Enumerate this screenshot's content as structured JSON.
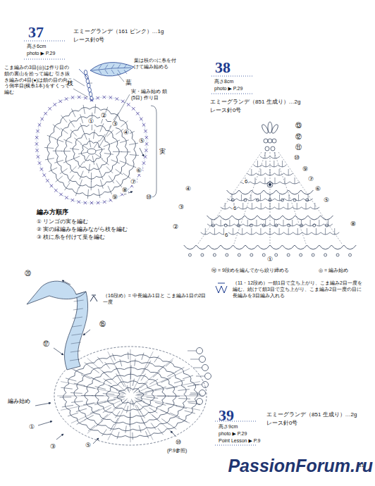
{
  "diagram": {
    "labels": [
      "37",
      "高さ6cm",
      "photo ▶ P.29",
      "エミーグランデ（161 ピンク）…1g",
      "レース針0号",
      "こま編みの3目(◎)は作り目の鎖の裏山を拾って編む 引き抜き編みの4目(●)は鎖の目の向こう側半目(横糸1本)をすくって編む",
      "葉は枝の○に糸を付けて編み始める",
      "枝",
      "葉",
      "実・編み始め 鎖(5目) 作り目",
      "実",
      "①",
      "②",
      "③",
      "④",
      "⑤",
      "⑥",
      "⑦",
      "⑧",
      "⑨",
      "⑩",
      "編み方順序",
      "① リンゴの実を編む",
      "② 実の縁編みを編みながら枝を編む",
      "③ 枝に糸を付けて葉を編む",
      "38",
      "高さ8cm",
      "photo ▶ P.29",
      "エミーグランデ（851 生成り）…2g",
      "レース針0号",
      "⑬",
      "⑫",
      "⑪",
      "⑩",
      "⑨",
      "⑧",
      "⑦",
      "⑥",
      "⑤",
      "④",
      "③",
      "②",
      "①",
      "6",
      "6",
      "6",
      "ⓦ = 9段めを編んでから絞り締める",
      "◎ = 編み始め",
      "（11・12段め）一鎖1目で立ち上がり、こま編み2目一度を編む。続けて鎖3目で立ち上がり、こま編み2目一度の目に長編みを3目編み入れる",
      "（16段め）= 中長編み1目と こま編み1目の2目一度",
      "⑳",
      "⑰",
      "⑮",
      "編み始め",
      "⑤",
      "③",
      "①",
      "⑩",
      "(P.9参照)",
      "39",
      "高さ9cm",
      "photo ▶ P.29",
      "Point Lesson ▶ P.9",
      "エミーグランデ（851 生成り）…2g",
      "レース針0号",
      "31",
      "PassionForum.ru"
    ]
  }
}
